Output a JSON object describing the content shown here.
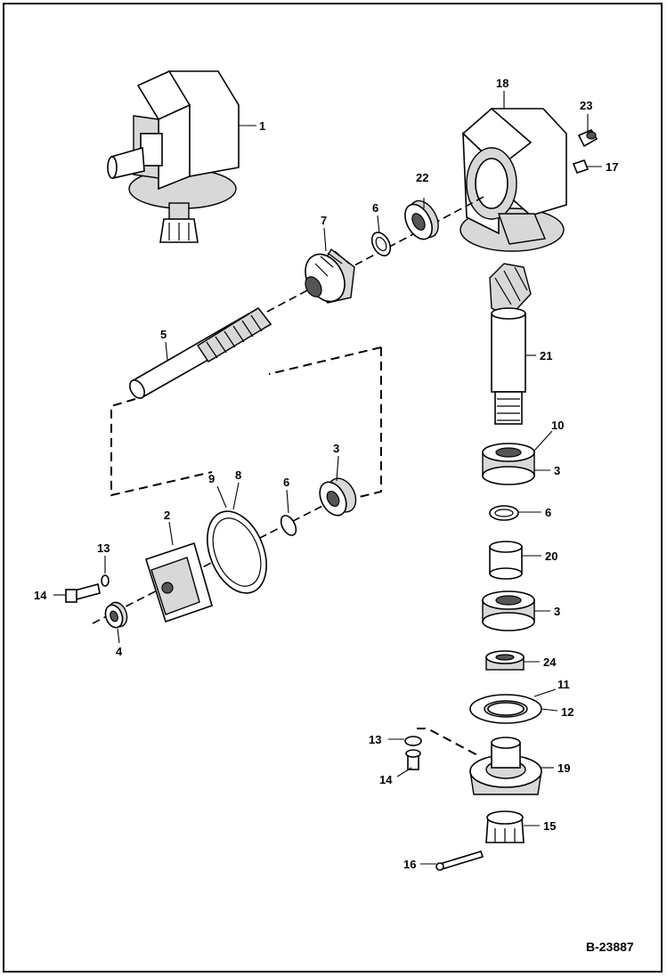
{
  "drawing": {
    "reference_number": "B-23887",
    "callouts": [
      {
        "id": "c1",
        "label": "1"
      },
      {
        "id": "c18",
        "label": "18"
      },
      {
        "id": "c23",
        "label": "23"
      },
      {
        "id": "c17",
        "label": "17"
      },
      {
        "id": "c22",
        "label": "22"
      },
      {
        "id": "c6a",
        "label": "6"
      },
      {
        "id": "c7",
        "label": "7"
      },
      {
        "id": "c5",
        "label": "5"
      },
      {
        "id": "c21",
        "label": "21"
      },
      {
        "id": "c10",
        "label": "10"
      },
      {
        "id": "c3a",
        "label": "3"
      },
      {
        "id": "c3b",
        "label": "3"
      },
      {
        "id": "c9",
        "label": "9"
      },
      {
        "id": "c8",
        "label": "8"
      },
      {
        "id": "c6b",
        "label": "6"
      },
      {
        "id": "c2",
        "label": "2"
      },
      {
        "id": "c13a",
        "label": "13"
      },
      {
        "id": "c6c",
        "label": "6"
      },
      {
        "id": "c20",
        "label": "20"
      },
      {
        "id": "c14a",
        "label": "14"
      },
      {
        "id": "c3c",
        "label": "3"
      },
      {
        "id": "c4",
        "label": "4"
      },
      {
        "id": "c24",
        "label": "24"
      },
      {
        "id": "c11",
        "label": "11"
      },
      {
        "id": "c12",
        "label": "12"
      },
      {
        "id": "c13b",
        "label": "13"
      },
      {
        "id": "c19",
        "label": "19"
      },
      {
        "id": "c14b",
        "label": "14"
      },
      {
        "id": "c15",
        "label": "15"
      },
      {
        "id": "c16",
        "label": "16"
      }
    ]
  }
}
